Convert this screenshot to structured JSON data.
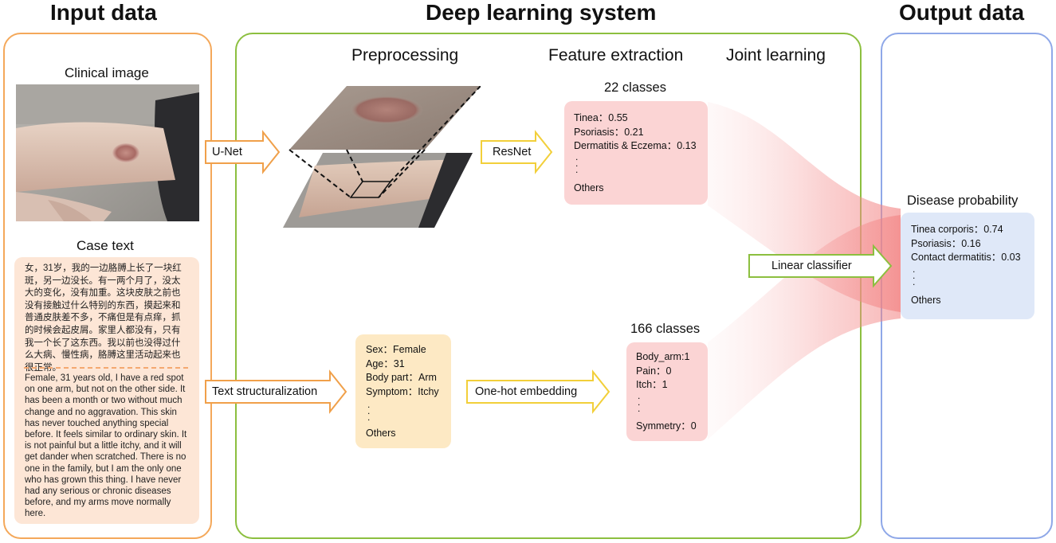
{
  "sections": {
    "input_title": "Input data",
    "system_title": "Deep learning system",
    "output_title": "Output data"
  },
  "stages": {
    "preprocessing": "Preprocessing",
    "feature_extraction": "Feature extraction",
    "joint_learning": "Joint learning"
  },
  "input": {
    "clinical_image_label": "Clinical image",
    "case_text_label": "Case text",
    "chinese_lines": [
      "女，31岁，我的一边胳膊上长了一块红",
      "斑，另一边没长。有一两个月了，没太",
      "大的变化，没有加重。这块皮肤之前也",
      "没有接触过什么特别的东西，摸起来和",
      "普通皮肤差不多，不痛但是有点痒，抓",
      "的时候会起皮屑。家里人都没有，只有",
      "我一个长了这东西。我以前也没得过什",
      "么大病、慢性病，胳膊这里活动起来也",
      "很正常。"
    ],
    "english_lines": [
      "Female, 31 years old, I have a red spot",
      "on one arm, but not on the other side. It",
      "has been a month or two without much",
      "change and no aggravation. This skin",
      "has never touched anything special",
      "before. It feels similar to ordinary skin. It",
      "is not painful but a little itchy, and it will",
      "get dander when scratched. There is no",
      "one in the family, but I am the only one",
      "who has grown this thing. I have never",
      "had any serious or chronic diseases",
      "before, and my arms move normally",
      "here."
    ]
  },
  "arrows": {
    "unet": "U-Net",
    "text_structuralization": "Text structuralization",
    "resnet": "ResNet",
    "onehot": "One-hot embedding",
    "linear_classifier": "Linear classifier"
  },
  "structured": {
    "lines": [
      "Sex：Female",
      "Age：31",
      "Body part：Arm",
      "Symptom：Itchy"
    ],
    "others": "Others"
  },
  "image_features": {
    "header": "22 classes",
    "lines": [
      "Tinea：0.55",
      "Psoriasis：0.21",
      "Dermatitis & Eczema：0.13"
    ],
    "others": "Others"
  },
  "text_features": {
    "header": "166 classes",
    "lines": [
      "Body_arm:1",
      "Pain：0",
      "Itch：1"
    ],
    "others": "Symmetry：0"
  },
  "output": {
    "header": "Disease probability",
    "lines": [
      "Tinea corporis：0.74",
      "Psoriasis：0.16",
      "Contact dermatitis：0.03"
    ],
    "others": "Others"
  },
  "colors": {
    "input_border": "#f4a85a",
    "system_border": "#8cbf3f",
    "output_border": "#8fa8e8",
    "orange_arrow": "#f0a04a",
    "yellow_arrow": "#f2cf3a",
    "green_arrow": "#8cbf3f",
    "text_box_fill": "#fde6d6",
    "structured_fill": "#fde9c4",
    "feature_fill": "#fbd4d4",
    "output_fill": "#dfe8f8"
  }
}
